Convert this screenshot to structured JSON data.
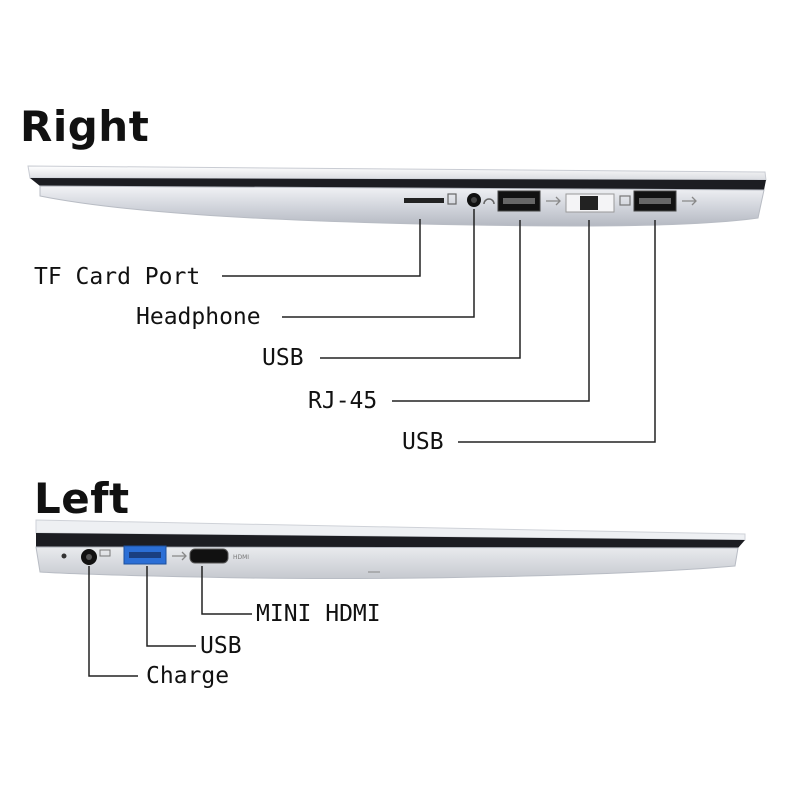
{
  "sections": {
    "right": {
      "heading": "Right",
      "ports": [
        {
          "label": "TF Card Port"
        },
        {
          "label": "Headphone"
        },
        {
          "label": "USB"
        },
        {
          "label": "RJ-45"
        },
        {
          "label": "USB"
        }
      ]
    },
    "left": {
      "heading": "Left",
      "ports": [
        {
          "label": "MINI HDMI"
        },
        {
          "label": "USB"
        },
        {
          "label": "Charge"
        }
      ],
      "printed_marks": {
        "hdmi": "HDMI"
      }
    }
  },
  "colors": {
    "chassis": "#c9ccd3",
    "chassis_dark": "#1c1d22",
    "usb_blue": "#2b6fd6",
    "leader": "#222222"
  }
}
